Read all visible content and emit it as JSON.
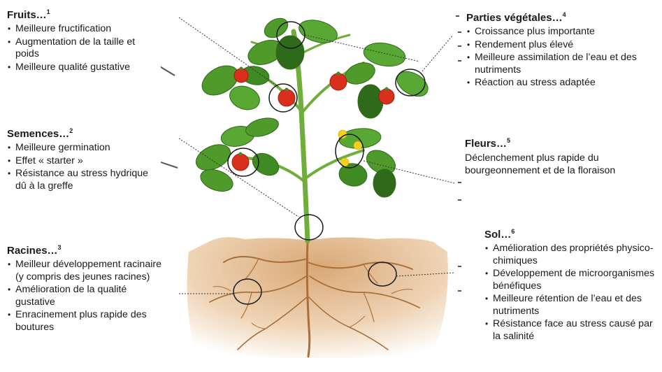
{
  "fruits": {
    "title": "Fruits…",
    "note": "1",
    "items": [
      "Meilleure fructification",
      "Augmentation de la taille et poids",
      "Meilleure qualité gustative"
    ]
  },
  "semences": {
    "title": "Semences…",
    "note": "2",
    "items": [
      "Meilleure germination",
      "Effet « starter »",
      "Résistance au stress hydrique dû à la greffe"
    ]
  },
  "racines": {
    "title": "Racines…",
    "note": "3",
    "items": [
      "Meilleur développement racinaire (y compris des jeunes racines)",
      "Amélioration de la qualité gustative",
      "Enracinement plus rapide des boutures"
    ]
  },
  "parties": {
    "title": "Parties végétales…",
    "note": "4",
    "items": [
      "Croissance plus importante",
      "Rendement plus élevé",
      "Meilleure assimilation de l’eau et des nutriments",
      "Réaction au stress adaptée"
    ]
  },
  "fleurs": {
    "title": "Fleurs…",
    "note": "5",
    "text": "Déclenchement plus rapide du bourgeonnement et de la floraison"
  },
  "sol": {
    "title": "Sol…",
    "note": "6",
    "items": [
      "Amélioration des propriétés physico-chimiques",
      "Développement de microorganismes bénéfiques",
      "Meilleure rétention de l’eau et des nutriments",
      "Résistance face au stress causé par la salinité"
    ]
  },
  "colors": {
    "leaf": "#4f9a2a",
    "leaf_dark": "#2f6a1a",
    "stem": "#6fae3a",
    "tomato": "#d9301e",
    "flower": "#f2d21c",
    "soil": "#e9c9a4",
    "root": "#a9703b"
  }
}
